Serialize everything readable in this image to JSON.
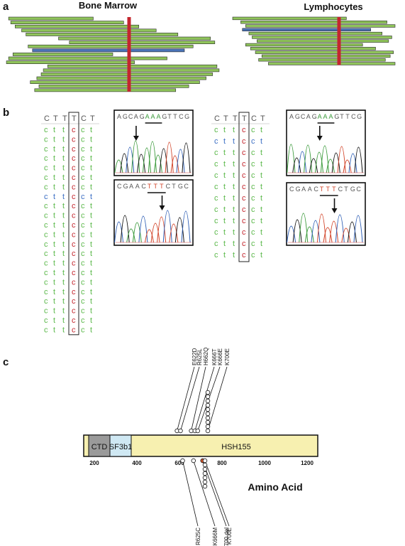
{
  "panels": {
    "a": {
      "letter": "a",
      "left_title": "Bone Marrow",
      "right_title": "Lymphocytes",
      "colors": {
        "read": "#8fc45a",
        "highlight_read": "#4a73b8",
        "variant": "#c4262e",
        "outline": "#2a2a2a"
      },
      "left_reads": [
        [
          0.02,
          0.41
        ],
        [
          0.03,
          0.55
        ],
        [
          0.05,
          0.62
        ],
        [
          0.08,
          0.7
        ],
        [
          0.1,
          0.8
        ],
        [
          0.25,
          0.95
        ],
        [
          0.3,
          0.97
        ],
        [
          0.11,
          0.87
        ],
        [
          0.13,
          0.83
        ],
        [
          0.04,
          0.5
        ],
        [
          0.02,
          0.75
        ],
        [
          0.01,
          0.6
        ],
        [
          0.2,
          0.98
        ],
        [
          0.18,
          0.99
        ],
        [
          0.17,
          0.96
        ],
        [
          0.15,
          0.93
        ],
        [
          0.12,
          0.9
        ],
        [
          0.16,
          0.85
        ],
        [
          0.14,
          0.79
        ]
      ],
      "left_highlight_index": 8,
      "right_reads": [
        [
          0.0,
          0.7
        ],
        [
          0.05,
          0.95
        ],
        [
          0.08,
          1.0
        ],
        [
          0.06,
          0.85
        ],
        [
          0.1,
          0.92
        ],
        [
          0.12,
          0.98
        ],
        [
          0.15,
          0.96
        ],
        [
          0.08,
          0.8
        ],
        [
          0.11,
          0.88
        ],
        [
          0.14,
          0.99
        ],
        [
          0.18,
          0.97
        ],
        [
          0.16,
          0.94
        ],
        [
          0.22,
          1.0
        ]
      ],
      "right_highlight_index": 3
    },
    "b": {
      "letter": "b",
      "ref_header": [
        "C",
        "T",
        "T",
        "T",
        "C",
        "T"
      ],
      "left_rows": [
        "cttcct",
        "cttcct",
        "cttcct",
        "cttcct",
        "cttcct",
        "cttcct",
        "cttcct",
        "cttcct",
        "cttcct",
        "cttcct",
        "cttcct",
        "cttcct",
        "cttcct",
        "cttcct",
        "cttcct",
        "cttcct",
        "cttcct",
        "cttcct",
        "cttcct",
        "cttcct",
        "cttcct",
        "cttcct"
      ],
      "left_blue_row": 7,
      "left_black_rows": [],
      "right_rows": [
        "cttcct",
        "cttcct",
        "cttcct",
        "cttcct",
        "cttcct",
        "cttcct",
        "cttcct",
        "cttcct",
        "cttcct",
        "cttcct",
        "cttcct",
        "cttcct"
      ],
      "right_blue_row": 1,
      "chromatograms": [
        {
          "seq": "AGCAGAAAGTTCG",
          "underline": [
            5,
            8
          ],
          "arrow": 3
        },
        {
          "seq": "CGAACTTTCTGC",
          "underline": [
            5,
            8
          ],
          "arrow": 7
        },
        {
          "seq": "AGCAGAAAGTTCG",
          "underline": [
            5,
            8
          ],
          "arrow": 5
        },
        {
          "seq": "CGAACTTTCTGC",
          "underline": [
            5,
            8
          ],
          "arrow": 7
        }
      ]
    },
    "c": {
      "letter": "c",
      "xlabel": "Amino Acid",
      "ticks": [
        "200",
        "400",
        "600",
        "800",
        "1000",
        "1200"
      ],
      "domains": [
        {
          "name": "CTD",
          "start": 200,
          "end": 300,
          "color": "#9a9a9a"
        },
        {
          "name": "SF3b1",
          "start": 300,
          "end": 400,
          "color": "#cfe8f3"
        },
        {
          "name": "HSH155",
          "start": 400,
          "end": 1200,
          "color": "#f7f0b0"
        }
      ],
      "protein_range": [
        150,
        1250
      ],
      "top_mutations": [
        {
          "label": "E622D",
          "pos": 622,
          "count": 1
        },
        {
          "label": "R625L",
          "pos": 625,
          "count": 1
        },
        {
          "label": "H662Q",
          "pos": 662,
          "count": 1
        },
        {
          "label": "K666T",
          "pos": 666,
          "count": 1
        },
        {
          "label": "K666E",
          "pos": 666,
          "count": 1
        },
        {
          "label": "K700E",
          "pos": 700,
          "count": 10
        }
      ],
      "bottom_mutations": [
        {
          "label": "R625C",
          "pos": 625,
          "count": 1
        },
        {
          "label": "K666M",
          "pos": 666,
          "count": 1
        },
        {
          "label": "699-700 del",
          "pos": 699,
          "count": 1
        },
        {
          "label": "K700E",
          "pos": 700,
          "count": 7
        }
      ]
    }
  }
}
